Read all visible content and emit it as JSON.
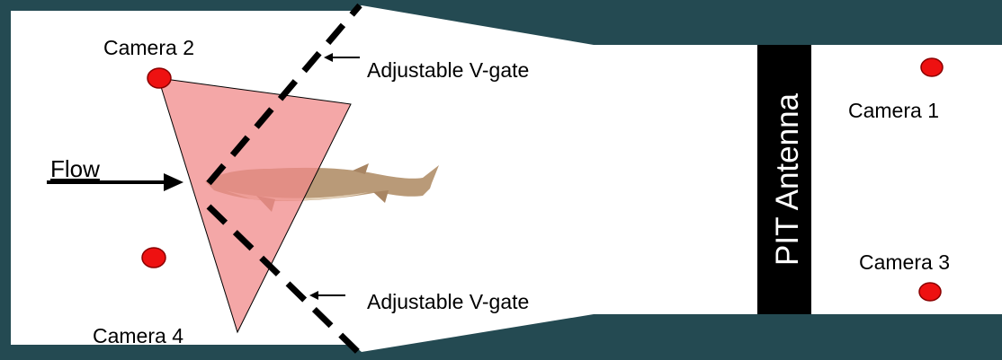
{
  "diagram": {
    "labels": {
      "camera_2": "Camera 2",
      "camera_1": "Camera 1",
      "camera_3": "Camera 3",
      "camera_4": "Camera 4",
      "flow": "Flow",
      "gate_top": "Adjustable V-gate",
      "gate_bottom": "Adjustable V-gate",
      "antenna": "PIT Antenna"
    },
    "colors": {
      "frame": "#244a52",
      "channel": "#ffffff",
      "camera_dot": "#ee1111",
      "camera_view_fill": "#f08a8a",
      "antenna": "#000000",
      "antenna_text": "#ffffff",
      "fish_body": "#b99a78"
    }
  }
}
